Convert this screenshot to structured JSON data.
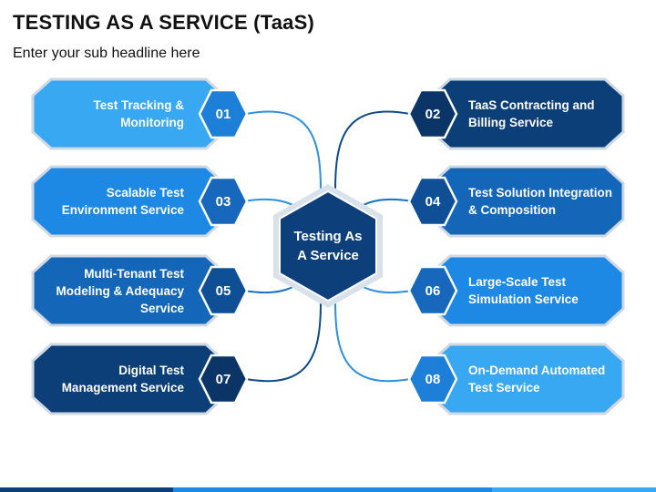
{
  "title": "TESTING AS A SERVICE (TaaS)",
  "subtitle": "Enter your sub headline here",
  "center": {
    "line1": "Testing As",
    "line2": "A Service"
  },
  "items": [
    {
      "num": "01",
      "line1": "Test Tracking &",
      "line2": "Monitoring",
      "line3": ""
    },
    {
      "num": "02",
      "line1": "TaaS Contracting and",
      "line2": "Billing Service",
      "line3": ""
    },
    {
      "num": "03",
      "line1": "Scalable Test",
      "line2": "Environment Service",
      "line3": ""
    },
    {
      "num": "04",
      "line1": "Test Solution Integration",
      "line2": "& Composition",
      "line3": ""
    },
    {
      "num": "05",
      "line1": "Multi-Tenant Test",
      "line2": "Modeling & Adequacy",
      "line3": "Service"
    },
    {
      "num": "06",
      "line1": "Large-Scale Test",
      "line2": "Simulation Service",
      "line3": ""
    },
    {
      "num": "07",
      "line1": "Digital Test",
      "line2": "Management Service",
      "line3": ""
    },
    {
      "num": "08",
      "line1": "On-Demand Automated",
      "line2": "Test Service",
      "line3": ""
    }
  ],
  "colors": {
    "light": "#38a8f2",
    "mid": "#1e88e5",
    "dark": "#1467b8",
    "navy": "#0c3f78",
    "center": "#0d3f7a",
    "border": "#cfd8e3"
  }
}
